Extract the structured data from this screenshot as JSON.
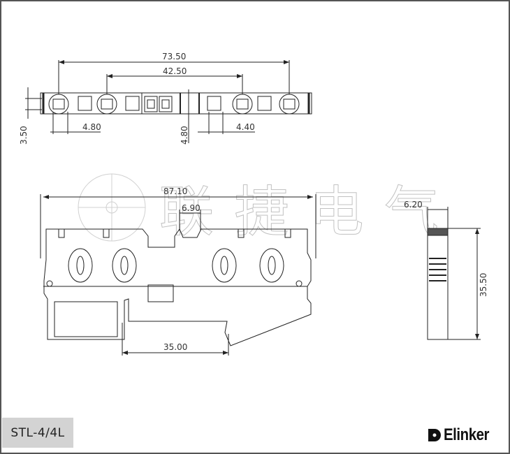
{
  "watermark": {
    "text": "联捷电气"
  },
  "top_view": {
    "dims": {
      "overall": "73.50",
      "inner": "42.50",
      "height": "3.50",
      "pitch_left": "4.80",
      "center_gap": "4.80",
      "pitch_right": "4.40"
    }
  },
  "side_view": {
    "dims": {
      "length": "87.10",
      "slot": "6.90",
      "rail": "35.00"
    }
  },
  "end_view": {
    "dims": {
      "width": "6.20",
      "height": "35.50"
    }
  },
  "title_block": {
    "model": "STL-4/4L",
    "brand": "Elinker"
  }
}
